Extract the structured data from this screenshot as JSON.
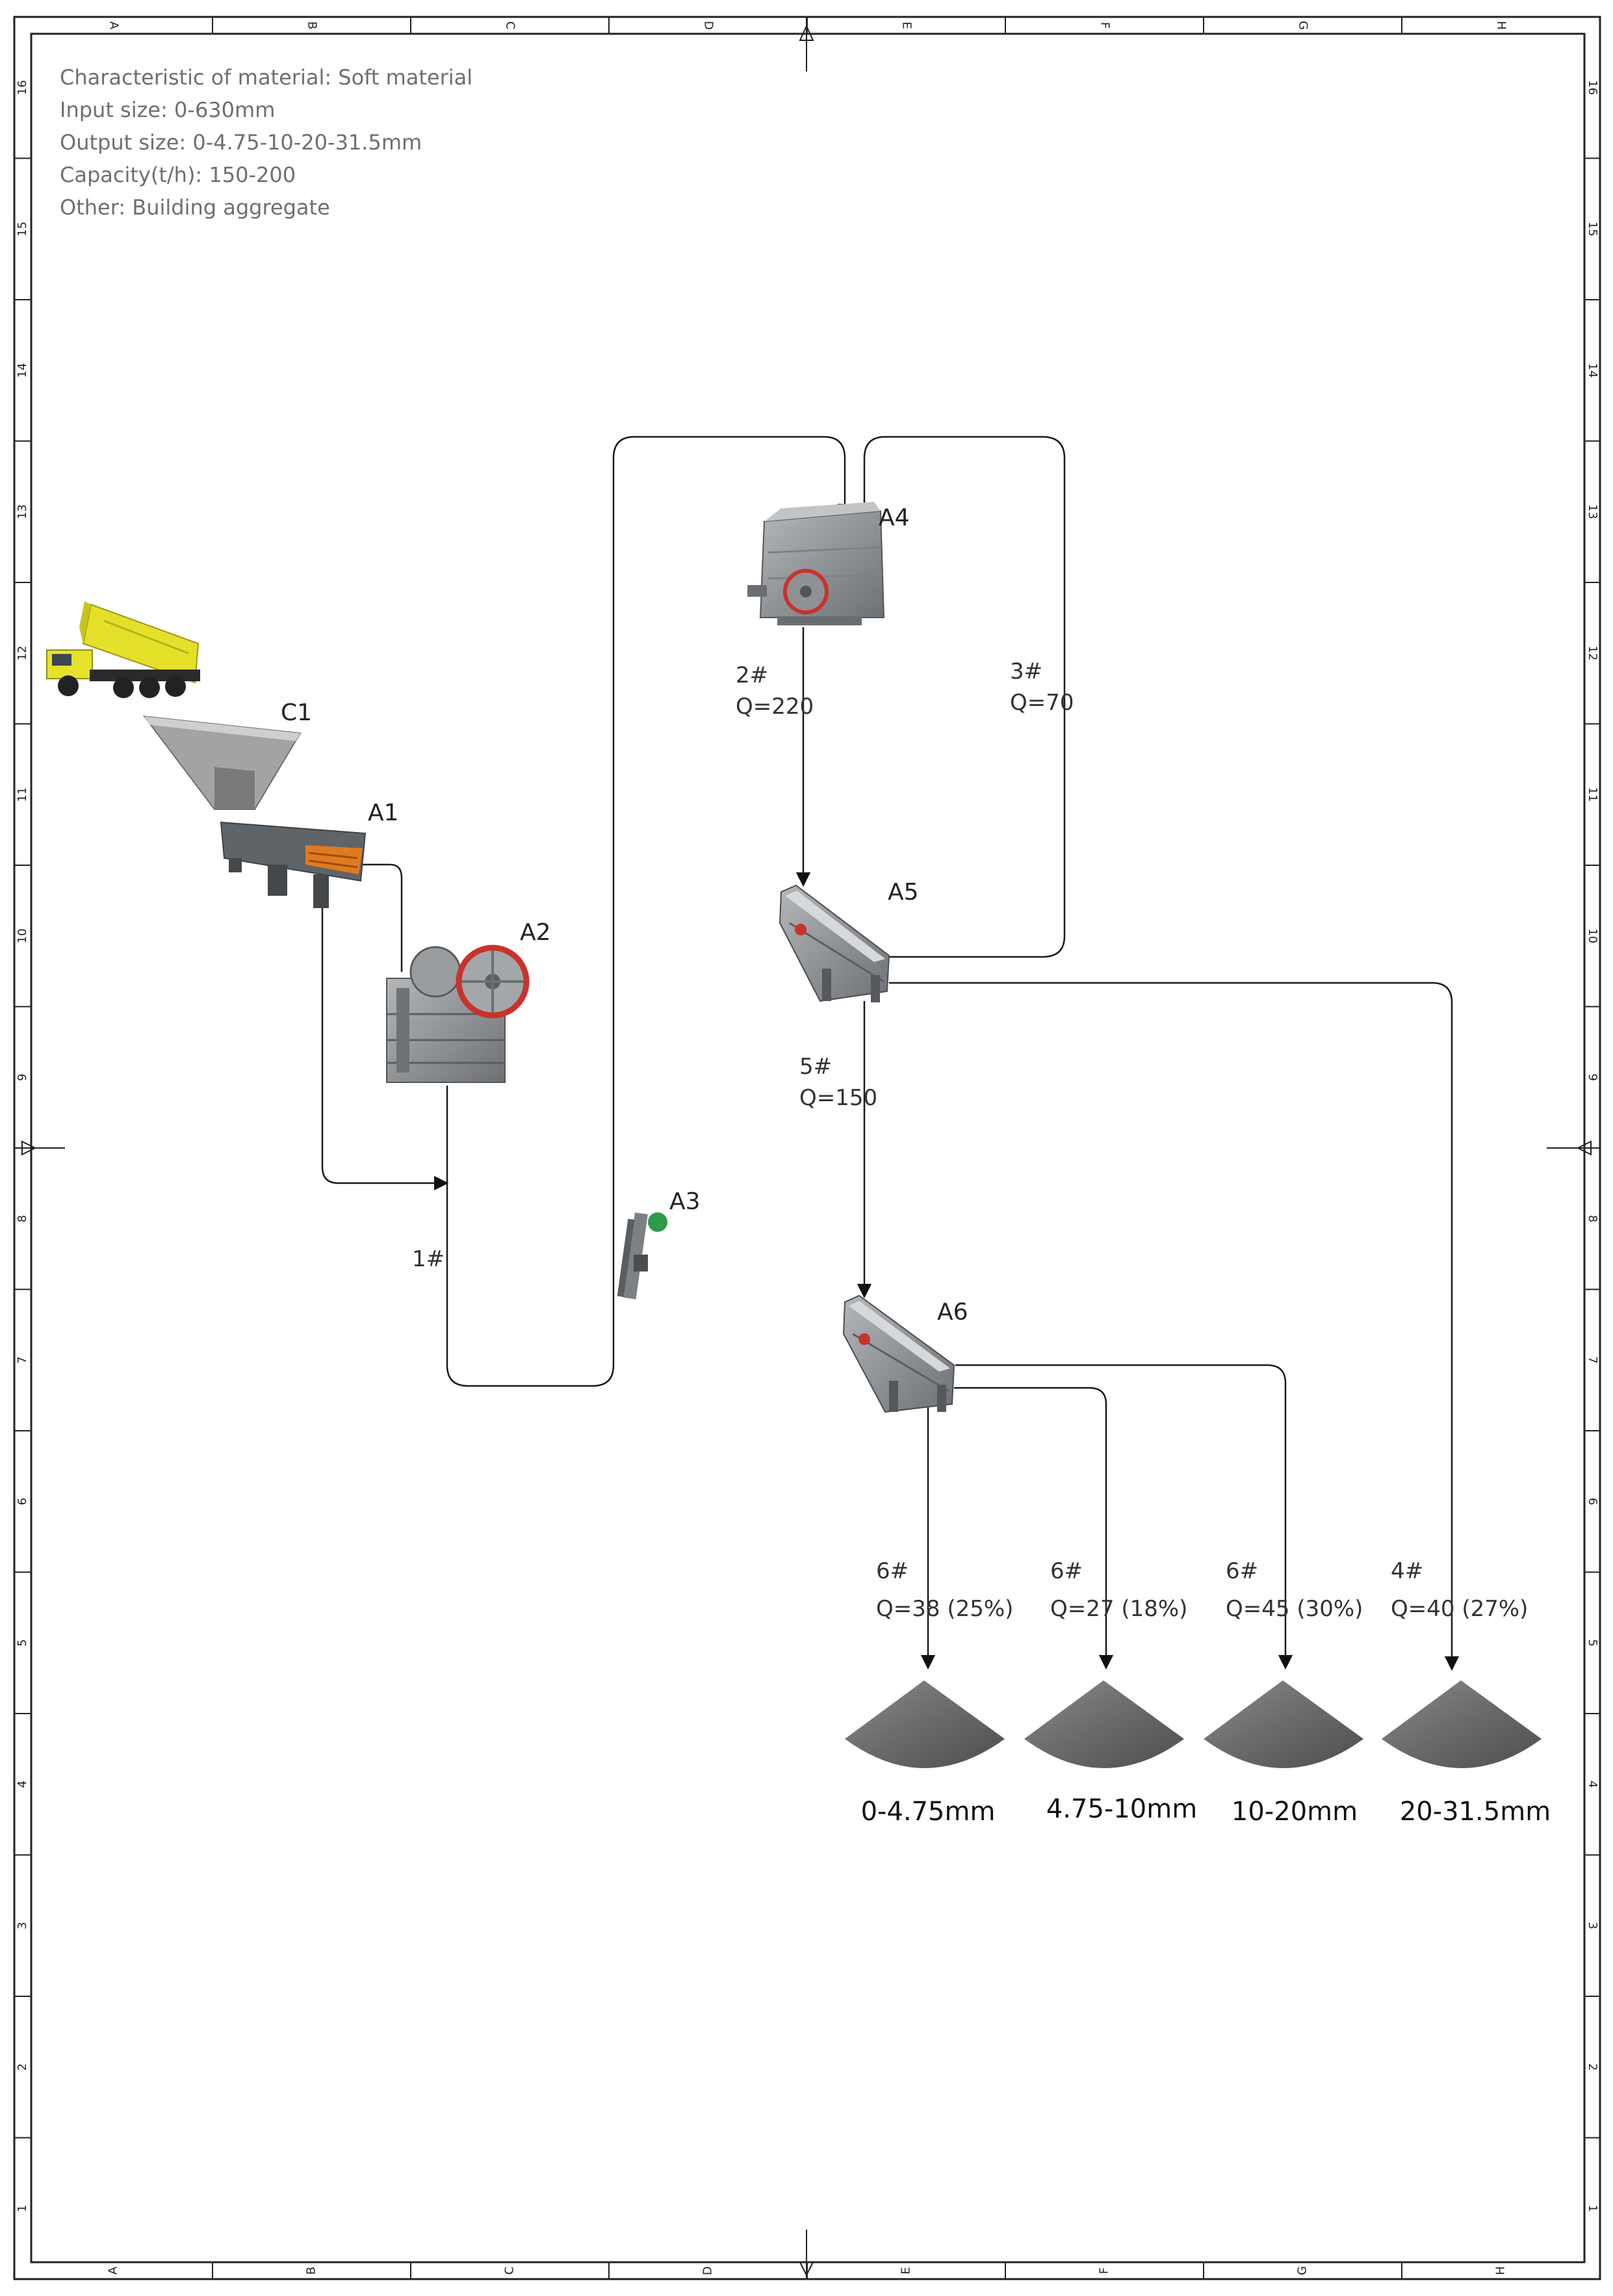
{
  "specs": [
    "Characteristic of material: Soft material",
    "Input size: 0-630mm",
    "Output size: 0-4.75-10-20-31.5mm",
    "Capacity(t/h): 150-200",
    "Other: Building aggregate"
  ],
  "equipment": {
    "C1": "C1",
    "A1": "A1",
    "A2": "A2",
    "A3": "A3",
    "A4": "A4",
    "A5": "A5",
    "A6": "A6"
  },
  "flows": {
    "f1": "1#",
    "f2_id": "2#",
    "f2_q": "Q=220",
    "f3_id": "3#",
    "f3_q": "Q=70",
    "f5_id": "5#",
    "f5_q": "Q=150",
    "p1_id": "6#",
    "p1_q": "Q=38 (25%)",
    "p2_id": "6#",
    "p2_q": "Q=27 (18%)",
    "p3_id": "6#",
    "p3_q": "Q=45 (30%)",
    "p4_id": "4#",
    "p4_q": "Q=40 (27%)"
  },
  "products": [
    "0-4.75mm",
    "4.75-10mm",
    "10-20mm",
    "20-31.5mm"
  ],
  "grid": {
    "cols": [
      "A",
      "B",
      "C",
      "D",
      "E",
      "F",
      "G",
      "H"
    ],
    "rows": [
      "16",
      "15",
      "14",
      "13",
      "12",
      "11",
      "10",
      "9",
      "8",
      "7",
      "6",
      "5",
      "4",
      "3",
      "2",
      "1"
    ]
  },
  "colors": {
    "machine_gray": "#8c8f92",
    "truck_yellow": "#e4e02a",
    "feeder_orange": "#e07a1e",
    "wheel_red": "#c8332c",
    "pile_gray": "#6c6c6c"
  }
}
